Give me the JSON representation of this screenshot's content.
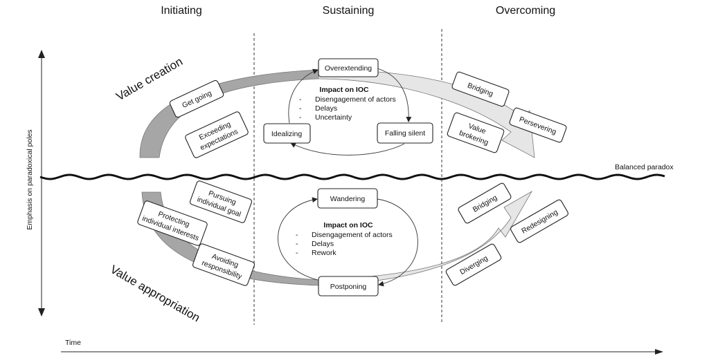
{
  "phases": {
    "initiating": "Initiating",
    "sustaining": "Sustaining",
    "overcoming": "Overcoming"
  },
  "y_axis_label": "Emphasis on paradoxical poles",
  "x_axis_label": "Time",
  "balanced_label": "Balanced paradox",
  "poles": {
    "top": "Value creation",
    "bottom": "Value appropriation"
  },
  "top": {
    "initiating": {
      "get_going": "Get going",
      "exceeding_1": "Exceeding",
      "exceeding_2": "expectations"
    },
    "sustaining": {
      "overextending": "Overextending",
      "idealizing": "Idealizing",
      "falling_silent": "Falling silent",
      "impact_title": "Impact on IOC",
      "impacts": [
        "Disengagement of actors",
        "Delays",
        "Uncertainty"
      ]
    },
    "overcoming": {
      "bridging": "Bridging",
      "persevering": "Persevering",
      "value_brokering_1": "Value",
      "value_brokering_2": "brokering"
    }
  },
  "bottom": {
    "initiating": {
      "pursuing_1": "Pursuing",
      "pursuing_2": "individual goal",
      "protecting_1": "Protecting",
      "protecting_2": "individual interests",
      "avoiding_1": "Avoiding",
      "avoiding_2": "responsibility"
    },
    "sustaining": {
      "wandering": "Wandering",
      "postponing": "Postponing",
      "impact_title": "Impact on IOC",
      "impacts": [
        "Disengagement of actors",
        "Delays",
        "Rework"
      ]
    },
    "overcoming": {
      "bridging": "Bridging",
      "redesigning": "Redesigning",
      "diverging": "Diverging"
    }
  },
  "colors": {
    "arrow_dark": "#a6a6a6",
    "arrow_light": "#e6e6e6",
    "line": "#222222"
  }
}
